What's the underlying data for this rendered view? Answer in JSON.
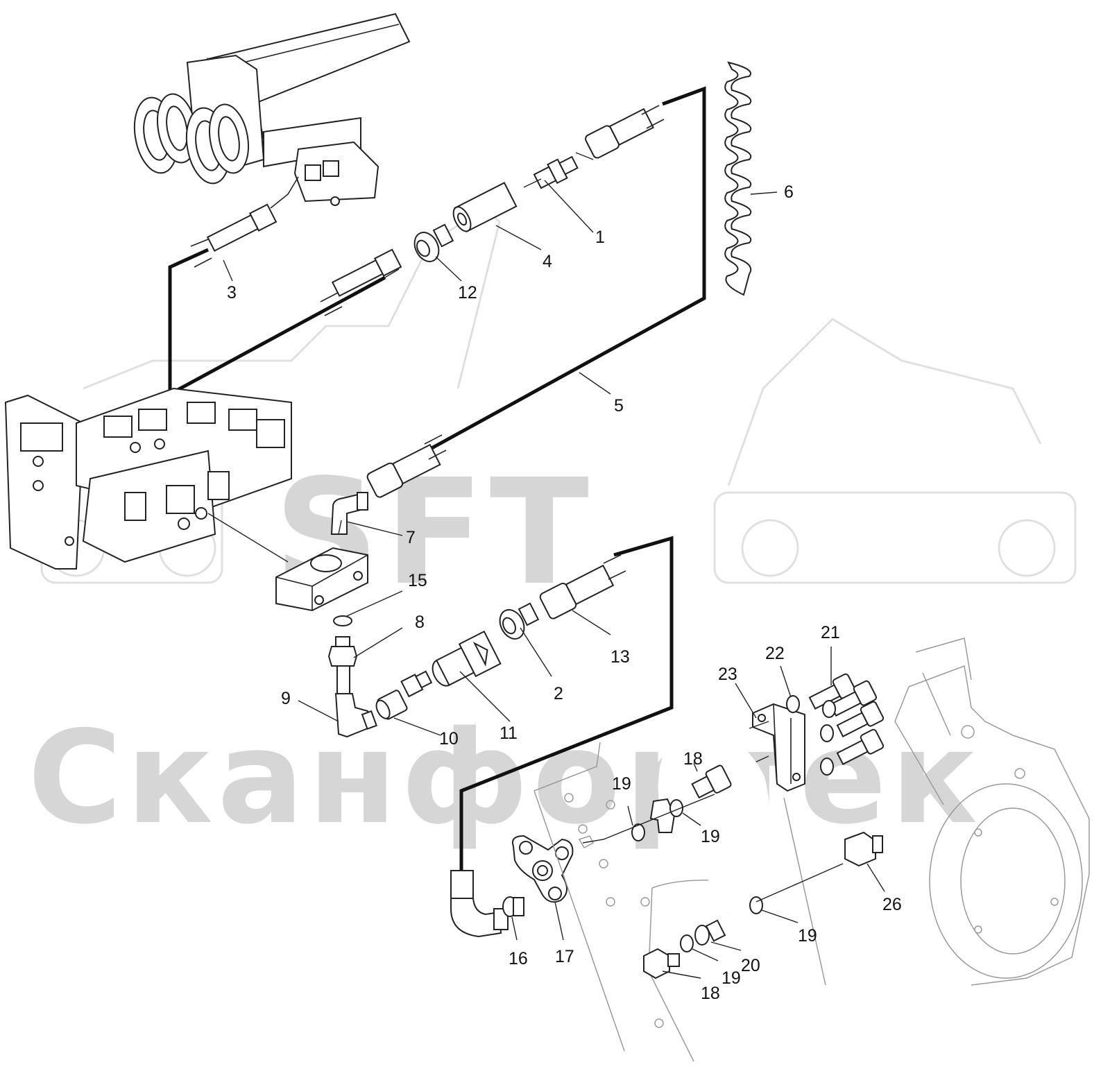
{
  "watermark": {
    "brand": "SFT",
    "company": "Сканфортек"
  },
  "callouts": [
    {
      "id": "c1",
      "text": "1"
    },
    {
      "id": "c2",
      "text": "2"
    },
    {
      "id": "c3",
      "text": "3"
    },
    {
      "id": "c4",
      "text": "4"
    },
    {
      "id": "c5",
      "text": "5"
    },
    {
      "id": "c6",
      "text": "6"
    },
    {
      "id": "c7",
      "text": "7"
    },
    {
      "id": "c8",
      "text": "8"
    },
    {
      "id": "c9",
      "text": "9"
    },
    {
      "id": "c10",
      "text": "10"
    },
    {
      "id": "c11",
      "text": "11"
    },
    {
      "id": "c12",
      "text": "12"
    },
    {
      "id": "c13",
      "text": "13"
    },
    {
      "id": "c15",
      "text": "15"
    },
    {
      "id": "c16",
      "text": "16"
    },
    {
      "id": "c17",
      "text": "17"
    },
    {
      "id": "c18a",
      "text": "18"
    },
    {
      "id": "c18b",
      "text": "18"
    },
    {
      "id": "c19a",
      "text": "19"
    },
    {
      "id": "c19b",
      "text": "19"
    },
    {
      "id": "c19c",
      "text": "19"
    },
    {
      "id": "c19d",
      "text": "19"
    },
    {
      "id": "c20",
      "text": "20"
    },
    {
      "id": "c21",
      "text": "21"
    },
    {
      "id": "c22",
      "text": "22"
    },
    {
      "id": "c23",
      "text": "23"
    },
    {
      "id": "c26",
      "text": "26"
    }
  ]
}
